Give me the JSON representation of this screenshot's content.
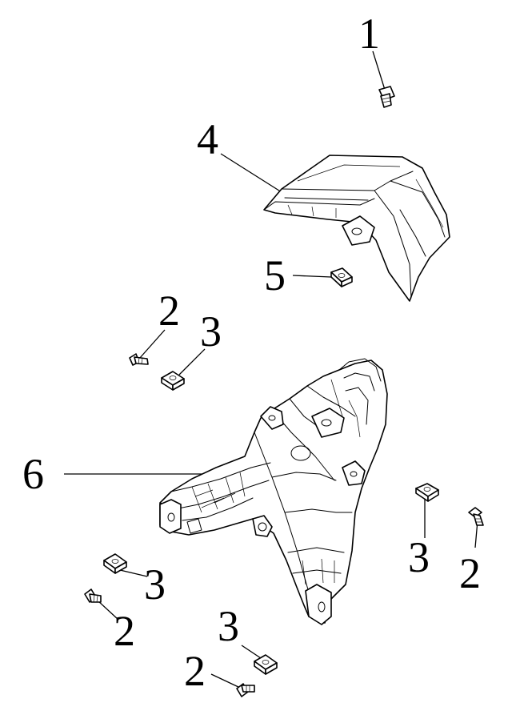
{
  "callouts": [
    {
      "id": "c1",
      "number": "1",
      "part": "screw-top"
    },
    {
      "id": "c4",
      "number": "4",
      "part": "rear-fender-cover"
    },
    {
      "id": "c5",
      "number": "5",
      "part": "clip-nut-cover"
    },
    {
      "id": "c2a",
      "number": "2",
      "part": "bolt-upper-left"
    },
    {
      "id": "c3a",
      "number": "3",
      "part": "clip-nut-upper-left"
    },
    {
      "id": "c6",
      "number": "6",
      "part": "rear-fender-bracket"
    },
    {
      "id": "c3b",
      "number": "3",
      "part": "clip-nut-right"
    },
    {
      "id": "c2b",
      "number": "2",
      "part": "bolt-right"
    },
    {
      "id": "c3c",
      "number": "3",
      "part": "clip-nut-lower-left"
    },
    {
      "id": "c2c",
      "number": "2",
      "part": "bolt-lower-left"
    },
    {
      "id": "c3d",
      "number": "3",
      "part": "clip-nut-bottom"
    },
    {
      "id": "c2d",
      "number": "2",
      "part": "bolt-bottom"
    }
  ]
}
